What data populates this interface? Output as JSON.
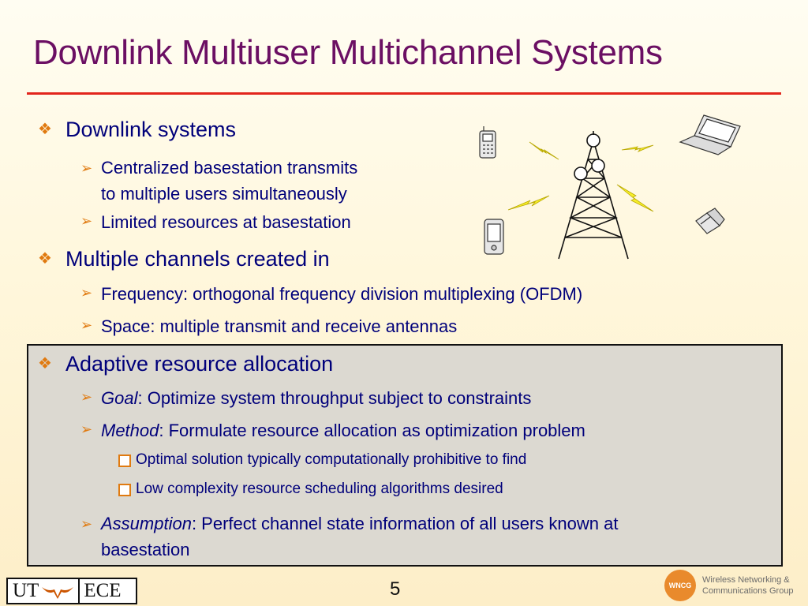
{
  "slide": {
    "title": "Downlink Multiuser Multichannel Systems",
    "page_number": "5"
  },
  "section1": {
    "heading": "Downlink systems",
    "items": [
      {
        "line1": "Centralized basestation transmits",
        "line2": "to multiple users simultaneously"
      },
      {
        "line1": "Limited resources at basestation"
      }
    ]
  },
  "section2": {
    "heading": "Multiple channels created in",
    "items": [
      "Frequency: orthogonal frequency division multiplexing (OFDM)",
      "Space: multiple transmit and receive antennas"
    ]
  },
  "section3": {
    "heading": "Adaptive resource allocation",
    "goal": {
      "term": "Goal",
      "text": ": Optimize system throughput subject to constraints"
    },
    "method": {
      "term": "Method",
      "text": ": Formulate resource allocation as optimization problem"
    },
    "method_subitems": [
      "Optimal solution typically computationally prohibitive to find",
      "Low complexity resource scheduling algorithms desired"
    ],
    "assumption": {
      "term": "Assumption",
      "text": ": Perfect channel state information of all users known at",
      "line2": "basestation"
    }
  },
  "footer": {
    "left_logo_ut": "UT",
    "left_logo_ece": "ECE",
    "right_logo_badge": "WNCG",
    "right_logo_line1": "Wireless Networking &",
    "right_logo_line2": "Communications Group"
  },
  "colors": {
    "title": "#6b0f63",
    "rule": "#e2251c",
    "body_text": "#00007a",
    "bullet_accent": "#e07a10",
    "highlight_box": "#dcd9d1"
  },
  "icons": [
    "diamond-bullet-icon",
    "arrow-bullet-icon",
    "checkbox-bullet-icon",
    "cell-tower-icon",
    "mobile-phone-icon",
    "laptop-icon",
    "pda-icon",
    "flip-phone-icon",
    "lightning-signal-icon",
    "longhorn-icon"
  ]
}
